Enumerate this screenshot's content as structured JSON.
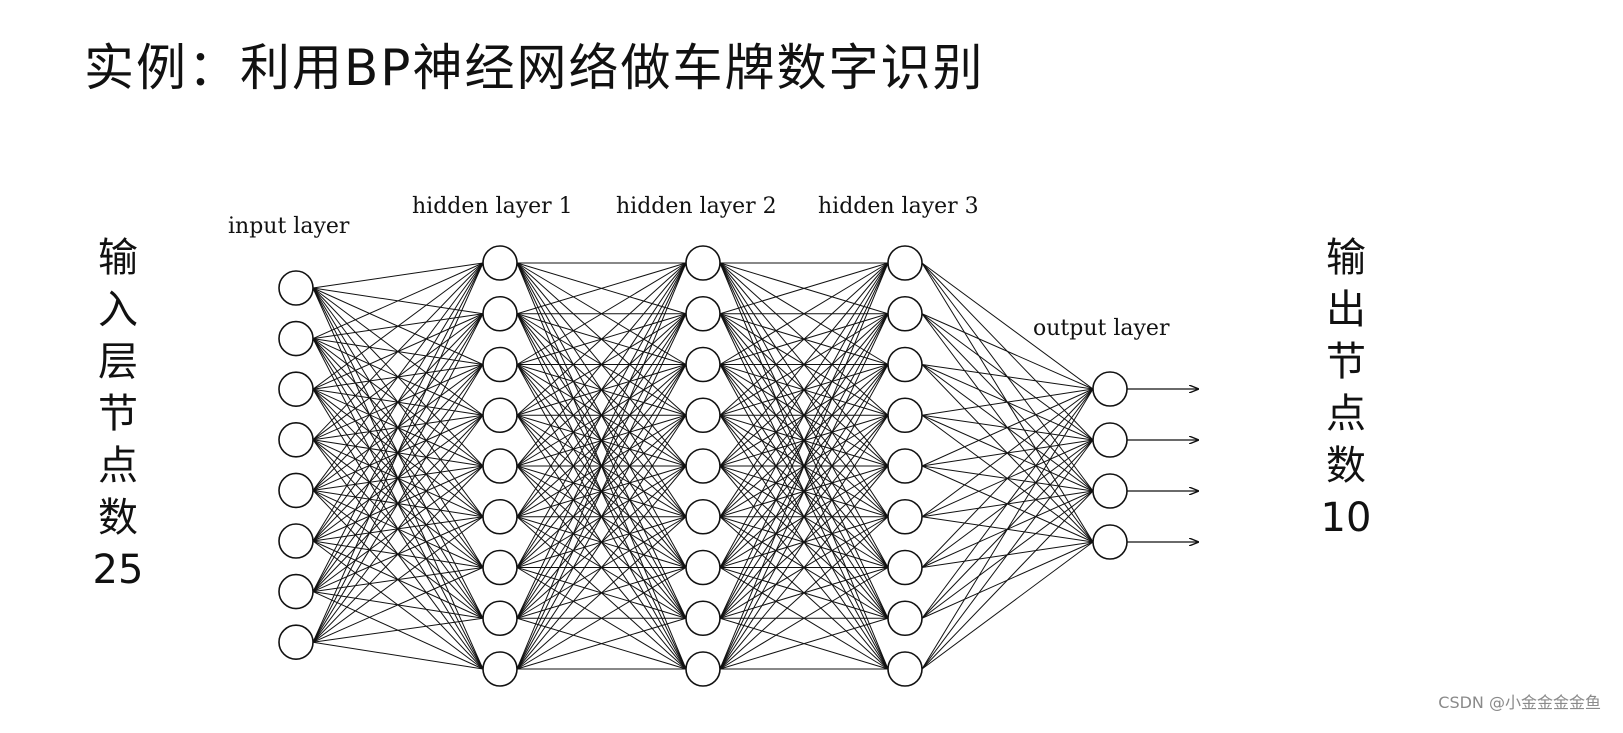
{
  "title": "实例：利用BP神经网络做车牌数字识别",
  "input_side_label": {
    "chars": [
      "输",
      "入",
      "层",
      "节",
      "点",
      "数"
    ],
    "count": "25"
  },
  "output_side_label": {
    "chars": [
      "输",
      "出",
      "节",
      "点",
      "数"
    ],
    "count": "10"
  },
  "network": {
    "layers": [
      {
        "label": "input layer",
        "nodes": 8
      },
      {
        "label": "hidden layer 1",
        "nodes": 9
      },
      {
        "label": "hidden layer 2",
        "nodes": 9
      },
      {
        "label": "hidden layer 3",
        "nodes": 9
      },
      {
        "label": "output layer",
        "nodes": 4
      }
    ]
  },
  "watermark": "CSDN @小金金金金鱼",
  "colors": {
    "line": "#111111",
    "node_fill": "#ffffff",
    "text": "#111111",
    "watermark": "#8a8a8a"
  }
}
